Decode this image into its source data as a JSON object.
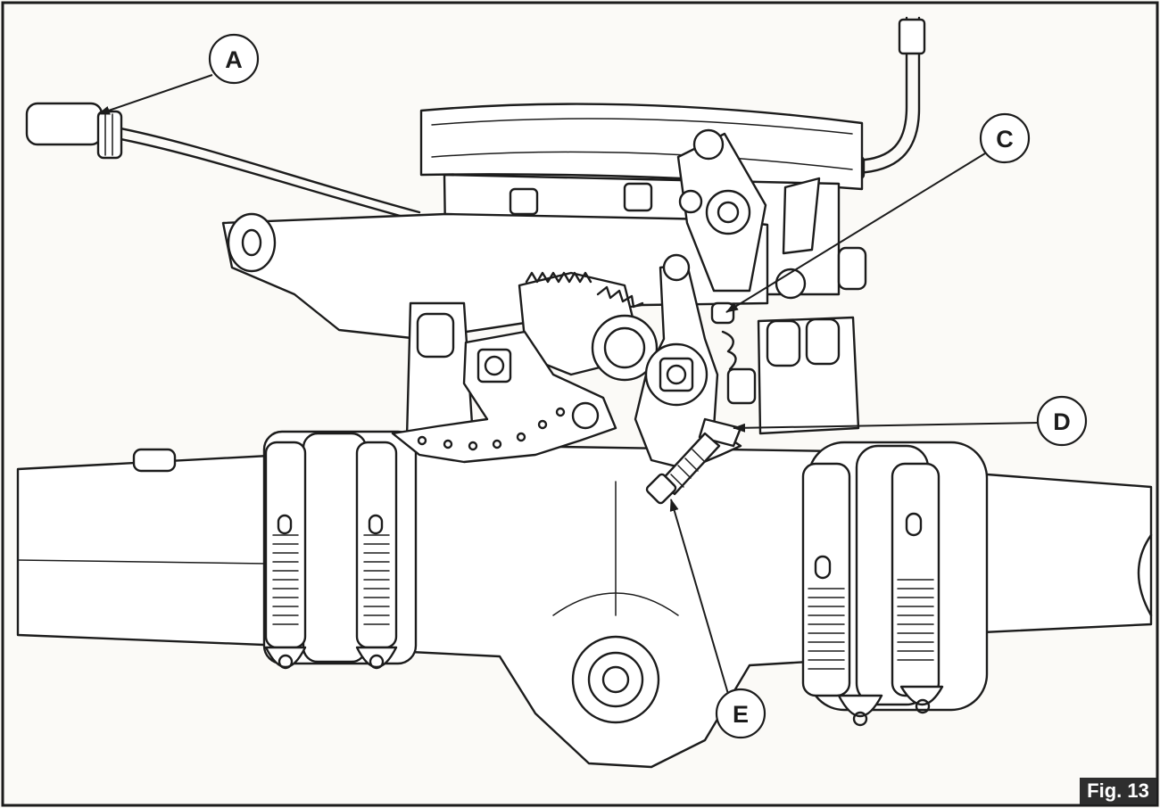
{
  "figure": {
    "label": "Fig. 13",
    "callouts": [
      "A",
      "C",
      "D",
      "E"
    ]
  },
  "colors": {
    "line": "#1c1c1c",
    "paper": "#fbfaf7",
    "label_background": "#2e2e2e",
    "label_text": "#ffffff"
  }
}
